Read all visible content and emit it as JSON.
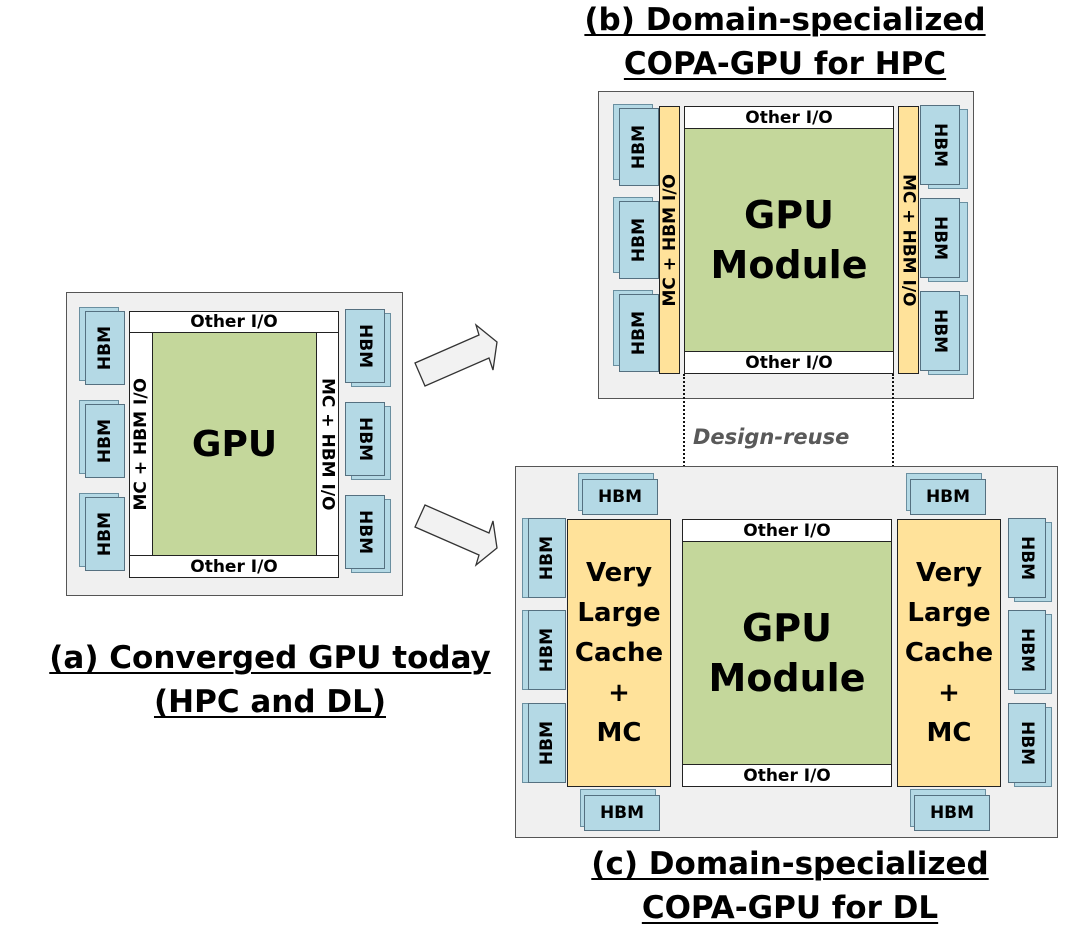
{
  "captions": {
    "a_line1": "(a) Converged GPU today",
    "a_line2": "(HPC and DL)",
    "b_line1": "(b) Domain-specialized",
    "b_line2": "COPA-GPU for HPC",
    "c_line1": "(c) Domain-specialized",
    "c_line2": "COPA-GPU for DL"
  },
  "labels": {
    "hbm": "HBM",
    "other_io": "Other I/O",
    "mc_hbm_io": "MC + HBM I/O",
    "gpu": "GPU",
    "gpu_module_line1": "GPU",
    "gpu_module_line2": "Module",
    "cache_line1": "Very",
    "cache_line2": "Large",
    "cache_line3": "Cache",
    "cache_line4": "+",
    "cache_line5": "MC",
    "design_reuse": "Design-reuse"
  },
  "colors": {
    "gpu_fill": "#c4d79b",
    "hbm_fill": "#b4d9e5",
    "mc_fill": "#ffe29a",
    "package_fill": "#f0f0f0"
  }
}
